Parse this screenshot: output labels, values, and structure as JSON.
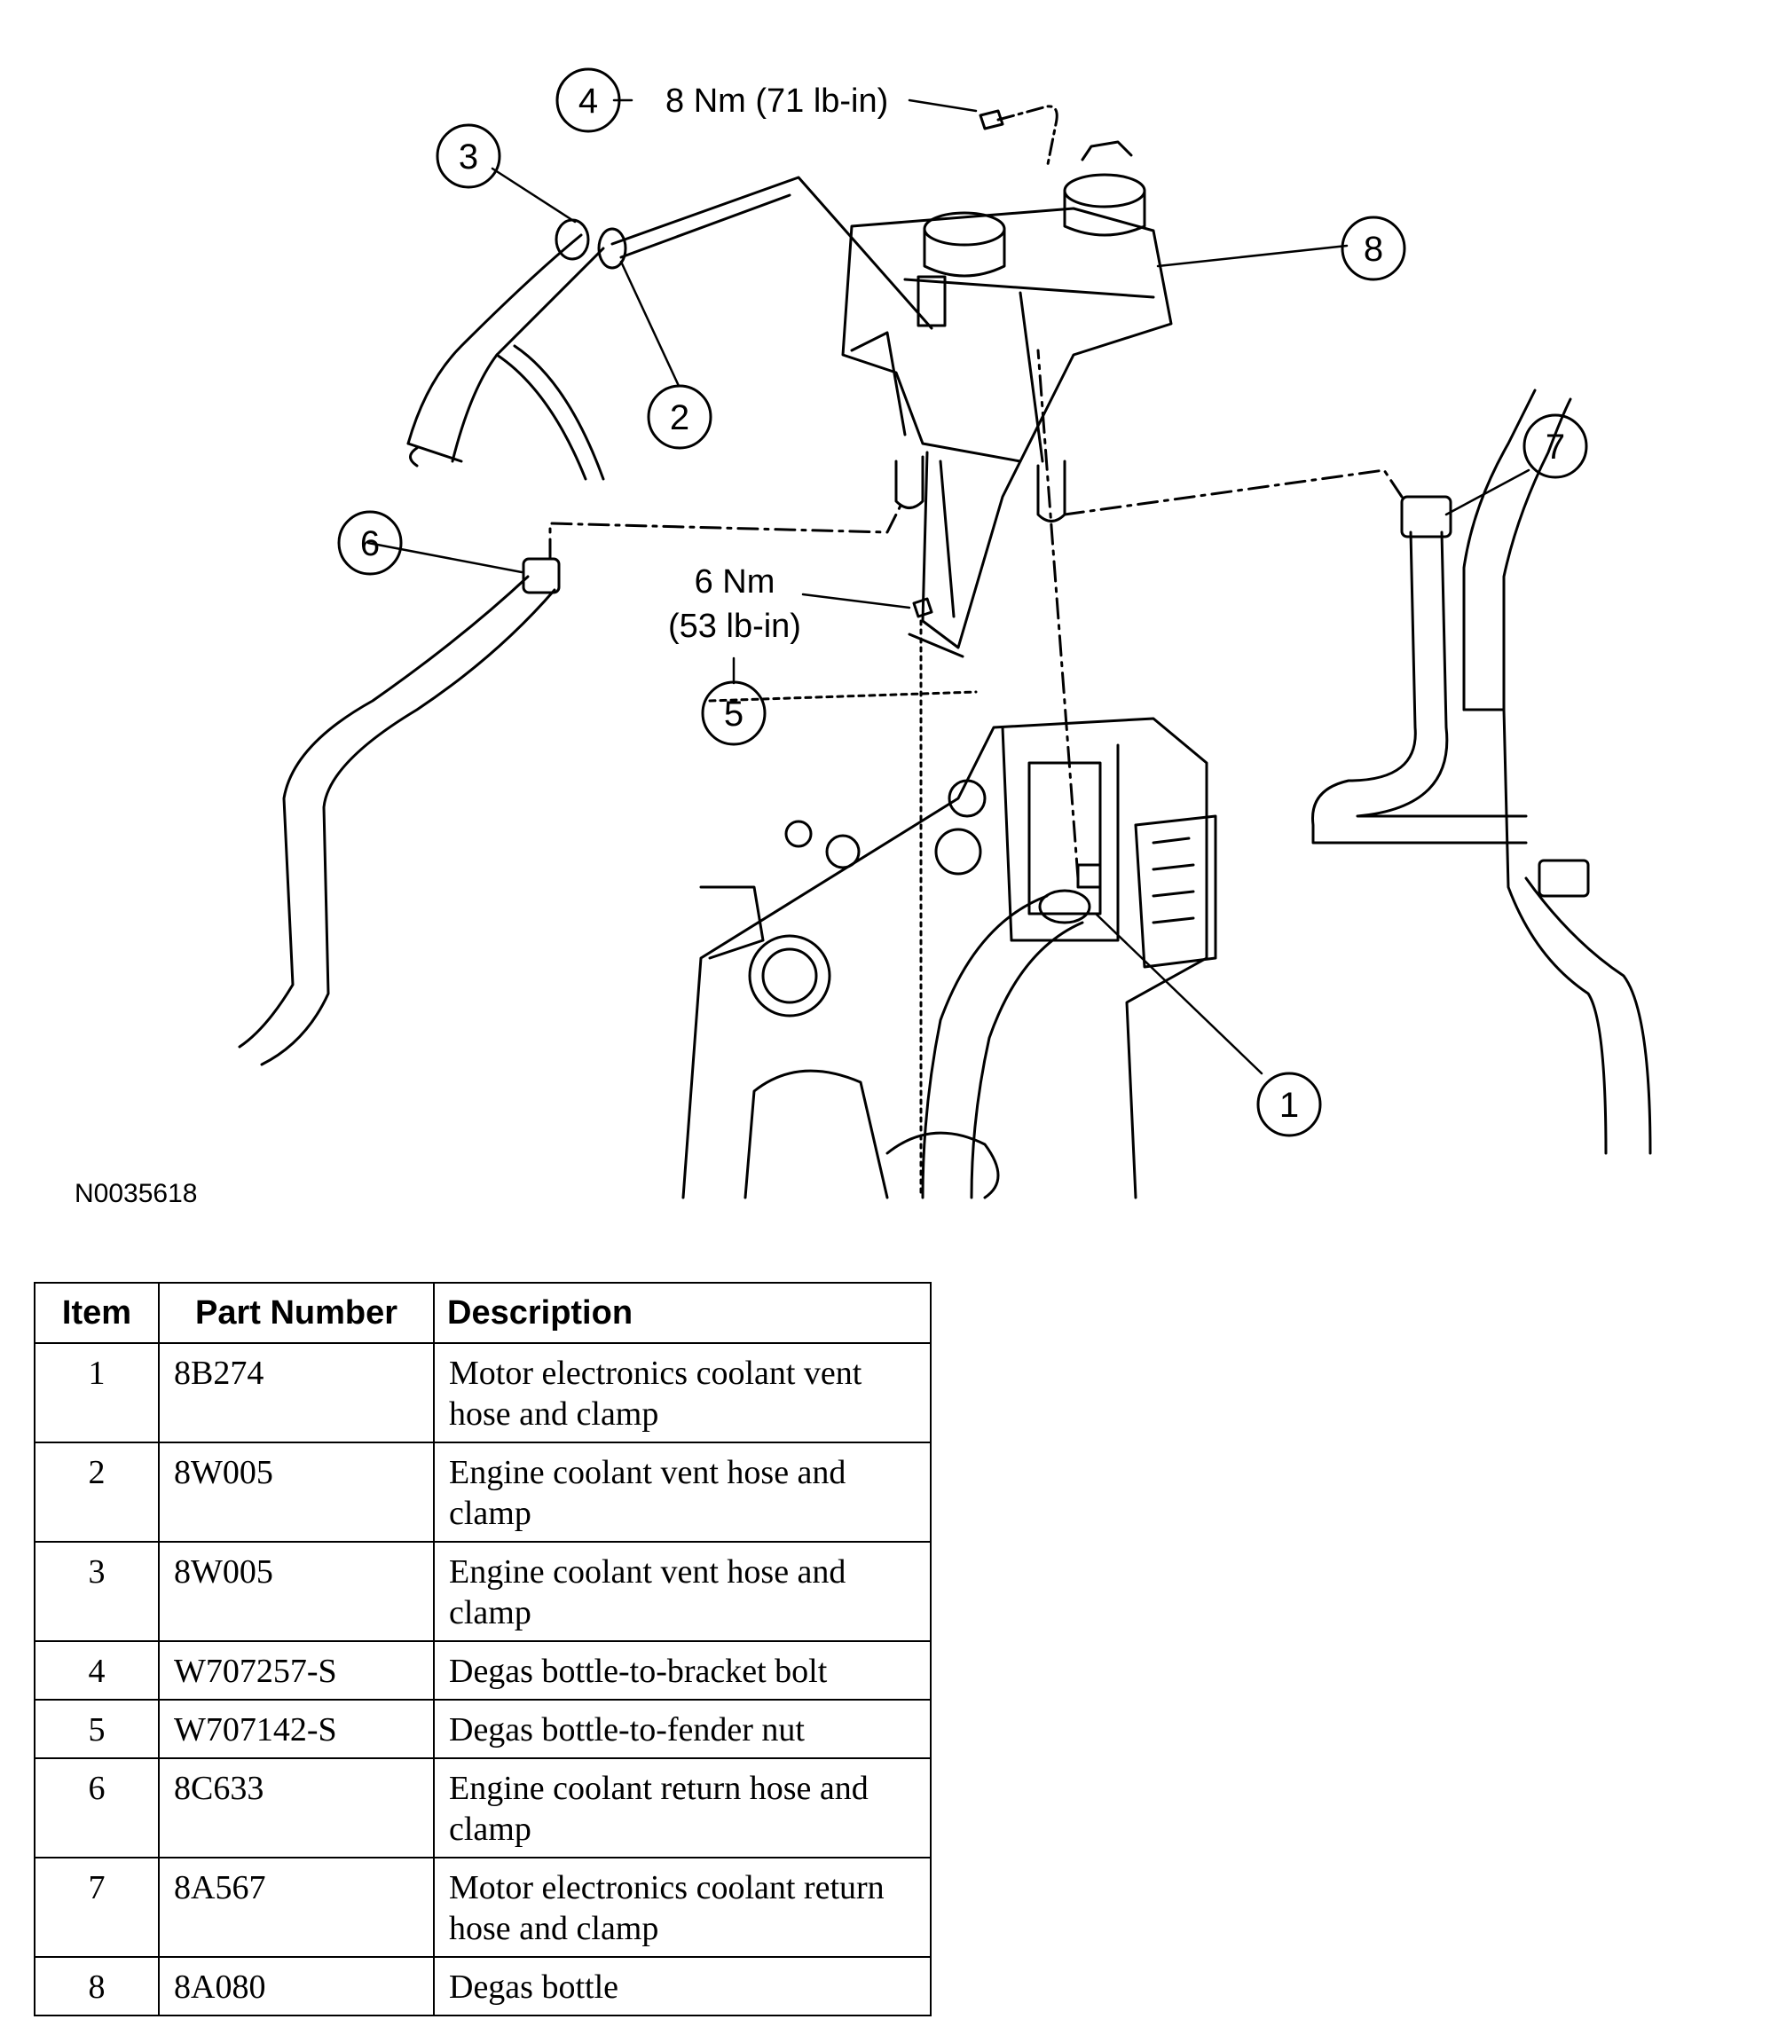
{
  "figure": {
    "code": "N0035618",
    "callouts": [
      "1",
      "2",
      "3",
      "4",
      "5",
      "6",
      "7",
      "8"
    ],
    "torque_item4": "8 Nm (71 lb-in)",
    "torque_item5_line1": "6 Nm",
    "torque_item5_line2": "(53 lb-in)"
  },
  "table": {
    "headers": {
      "item": "Item",
      "part": "Part Number",
      "desc": "Description"
    },
    "rows": [
      {
        "item": "1",
        "part": "8B274",
        "desc": "Motor electronics coolant vent hose and clamp"
      },
      {
        "item": "2",
        "part": "8W005",
        "desc": "Engine coolant vent hose and clamp"
      },
      {
        "item": "3",
        "part": "8W005",
        "desc": "Engine coolant vent hose and clamp"
      },
      {
        "item": "4",
        "part": "W707257-S",
        "desc": "Degas bottle-to-bracket bolt"
      },
      {
        "item": "5",
        "part": "W707142-S",
        "desc": "Degas bottle-to-fender nut"
      },
      {
        "item": "6",
        "part": "8C633",
        "desc": "Engine coolant return hose and clamp"
      },
      {
        "item": "7",
        "part": "8A567",
        "desc": "Motor electronics coolant return hose and clamp"
      },
      {
        "item": "8",
        "part": "8A080",
        "desc": "Degas bottle"
      }
    ]
  }
}
